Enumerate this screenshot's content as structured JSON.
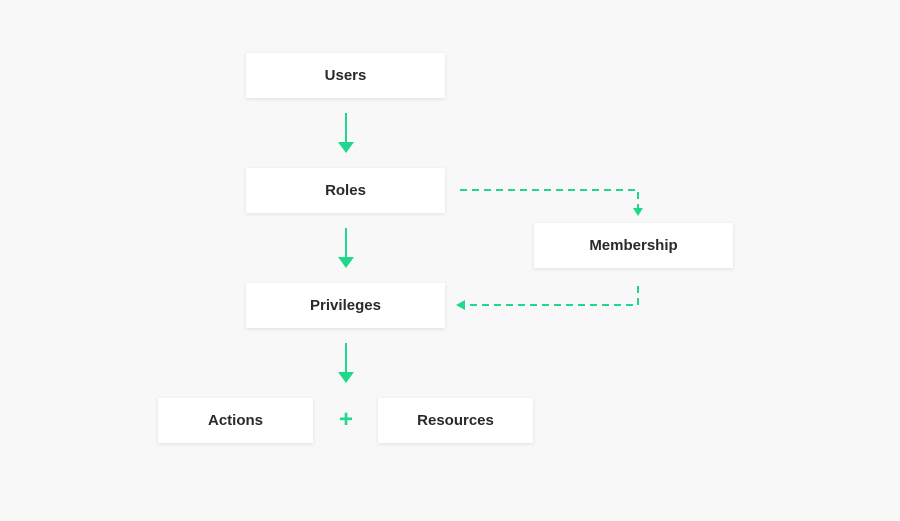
{
  "diagram": {
    "nodes": {
      "users": "Users",
      "roles": "Roles",
      "membership": "Membership",
      "privileges": "Privileges",
      "actions": "Actions",
      "resources": "Resources"
    },
    "combine_symbol": "+"
  },
  "colors": {
    "accent": "#1fd88c",
    "box_background": "#ffffff",
    "page_background": "#f8f8f8",
    "text": "#2a2a2a"
  }
}
